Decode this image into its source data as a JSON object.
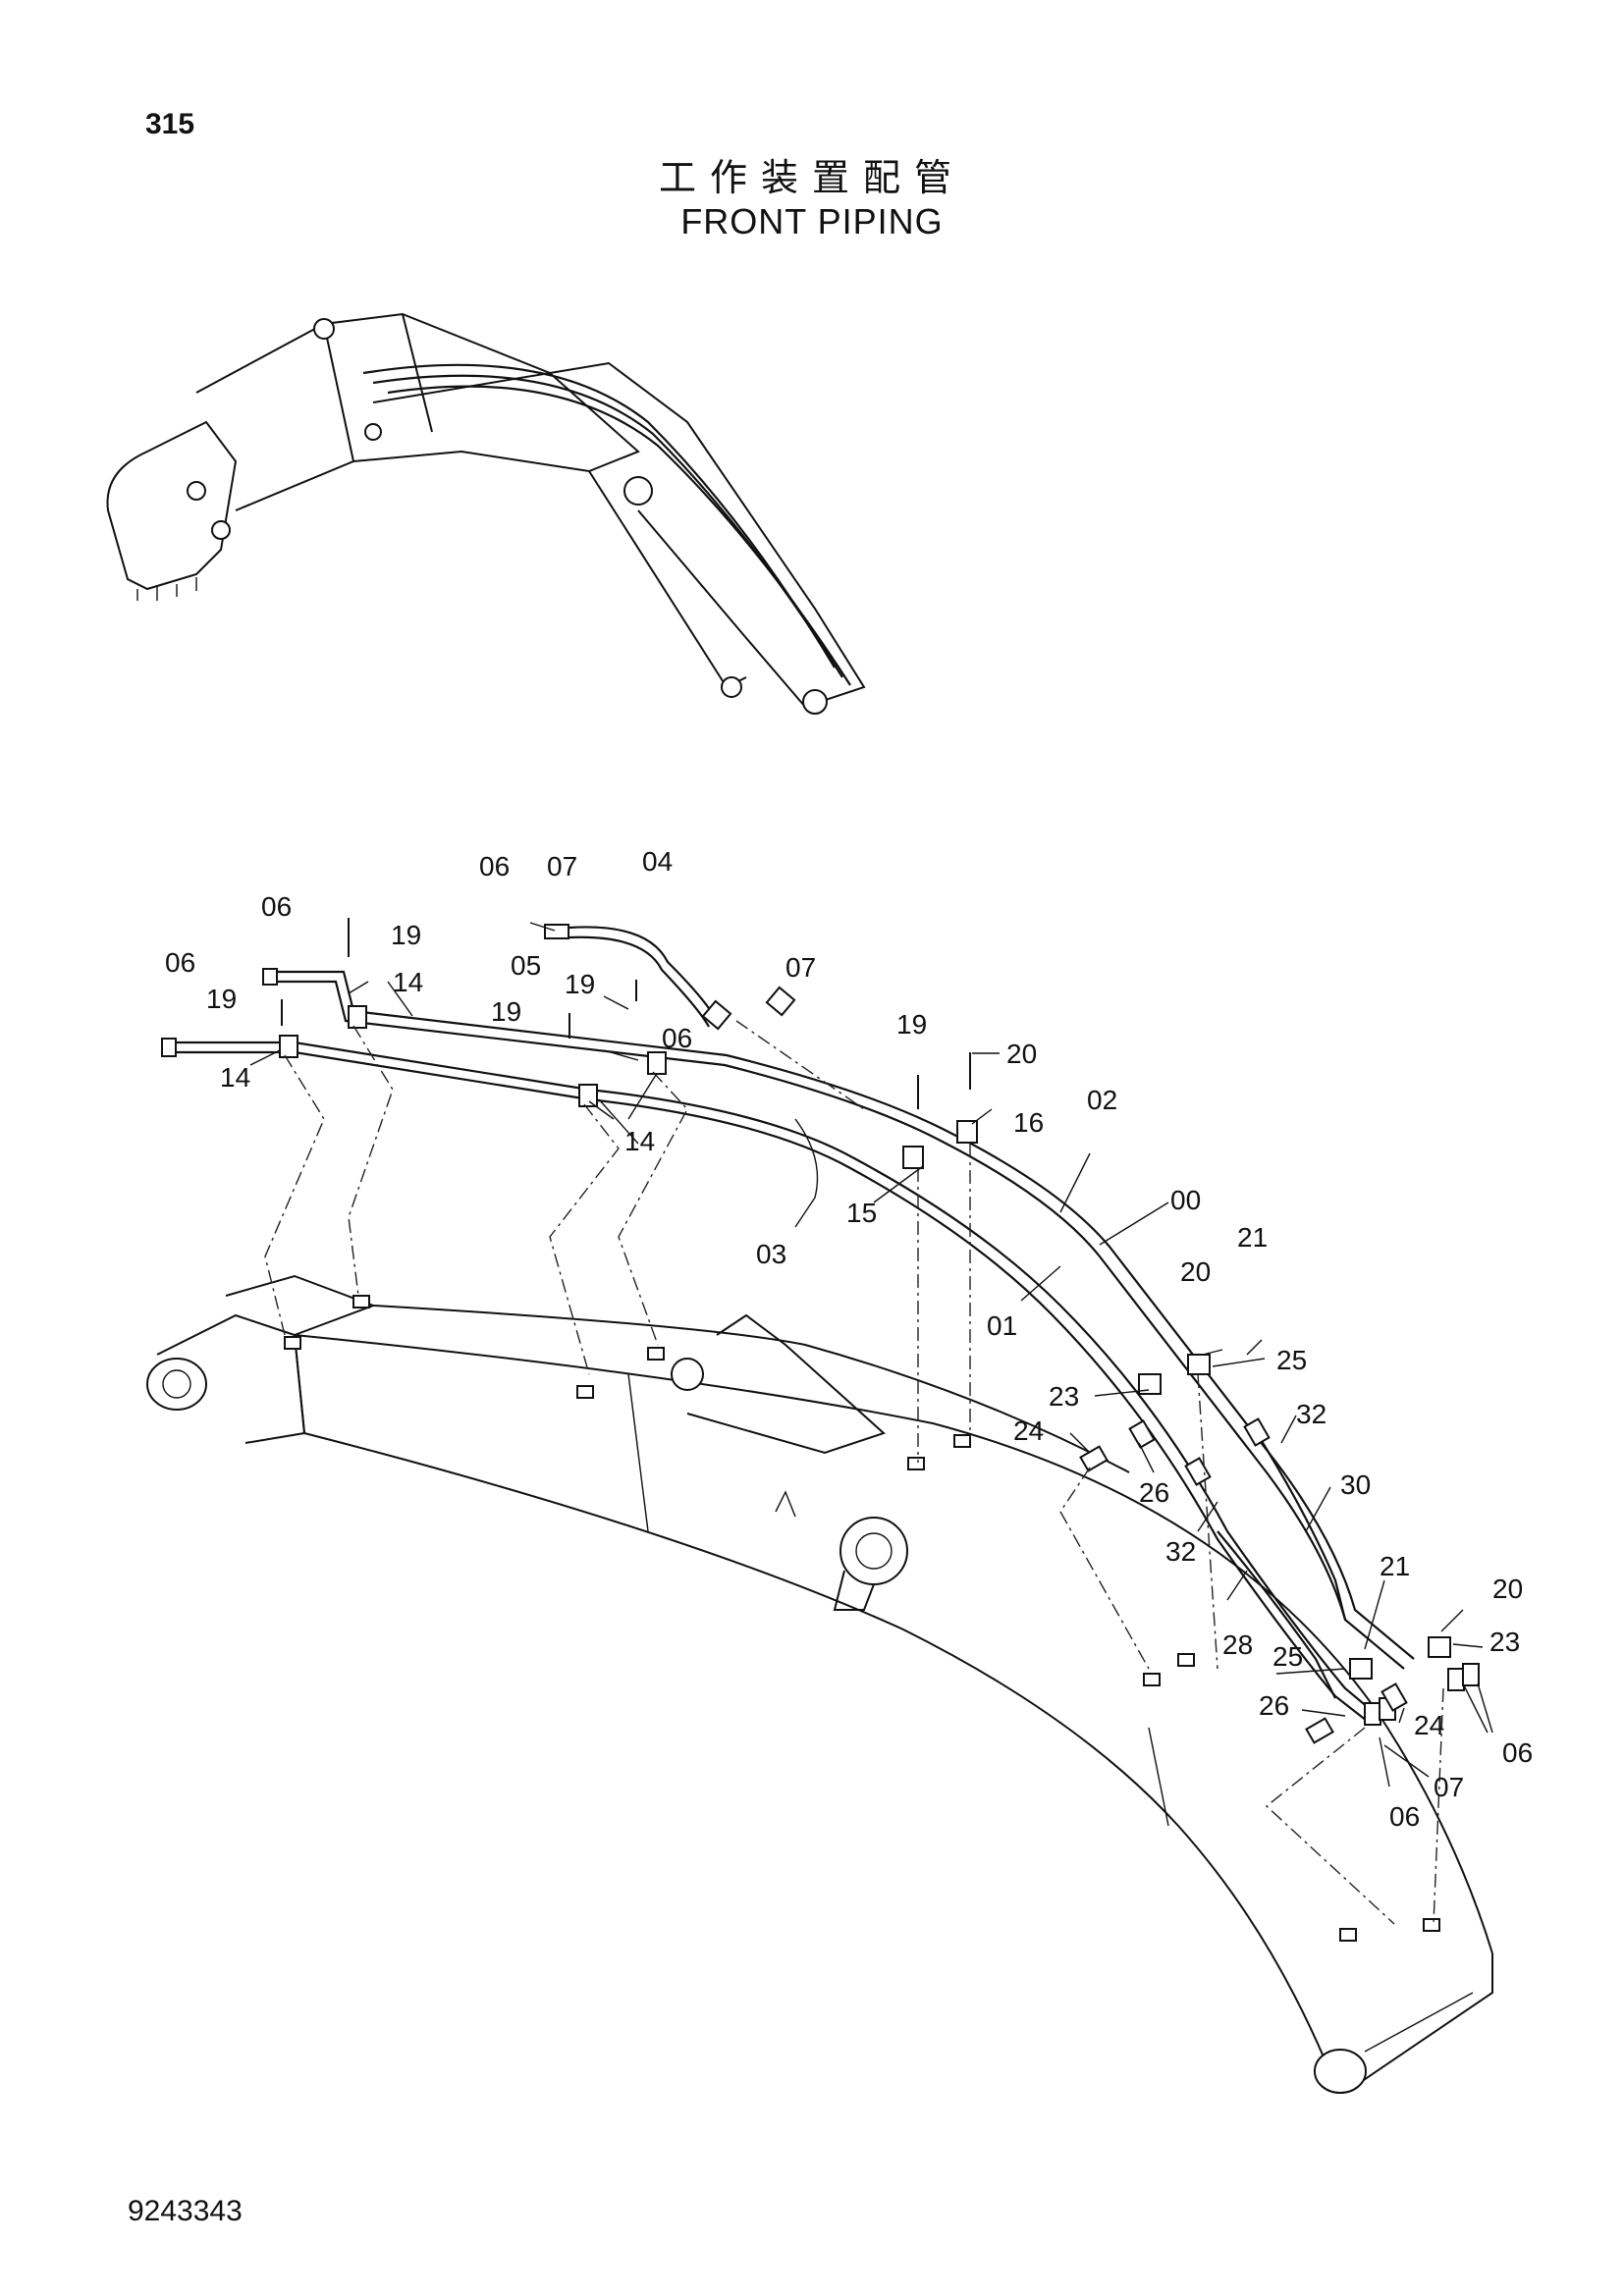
{
  "page_number": "315",
  "title_cn": "工作装置配管",
  "title_en": "FRONT PIPING",
  "drawing_number": "9243343",
  "callouts": [
    "06",
    "07",
    "04",
    "06",
    "19",
    "05",
    "14",
    "06",
    "19",
    "19",
    "07",
    "19",
    "06",
    "14",
    "19",
    "20",
    "16",
    "02",
    "14",
    "15",
    "00",
    "03",
    "21",
    "01",
    "20",
    "25",
    "23",
    "24",
    "26",
    "32",
    "30",
    "32",
    "21",
    "20",
    "28",
    "23",
    "25",
    "26",
    "24",
    "07",
    "06",
    "06"
  ]
}
